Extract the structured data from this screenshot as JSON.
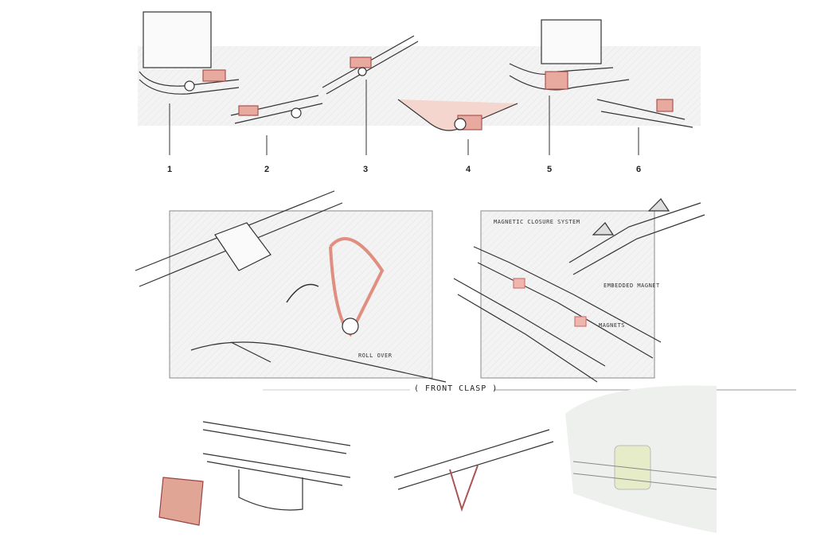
{
  "callouts": [
    "1",
    "2",
    "3",
    "4",
    "5",
    "6"
  ],
  "labels": {
    "magnetic_closure": "MAGNETIC CLOSURE SYSTEM",
    "embedded_magnet": "EMBEDDED MAGNET",
    "magnets": "MAGNETS",
    "roll_over": "ROLL OVER",
    "front_clasp": "( FRONT CLASP )"
  },
  "colors": {
    "accent": "#e8a99e",
    "panel": "#f1f1f1",
    "line": "#333333"
  }
}
